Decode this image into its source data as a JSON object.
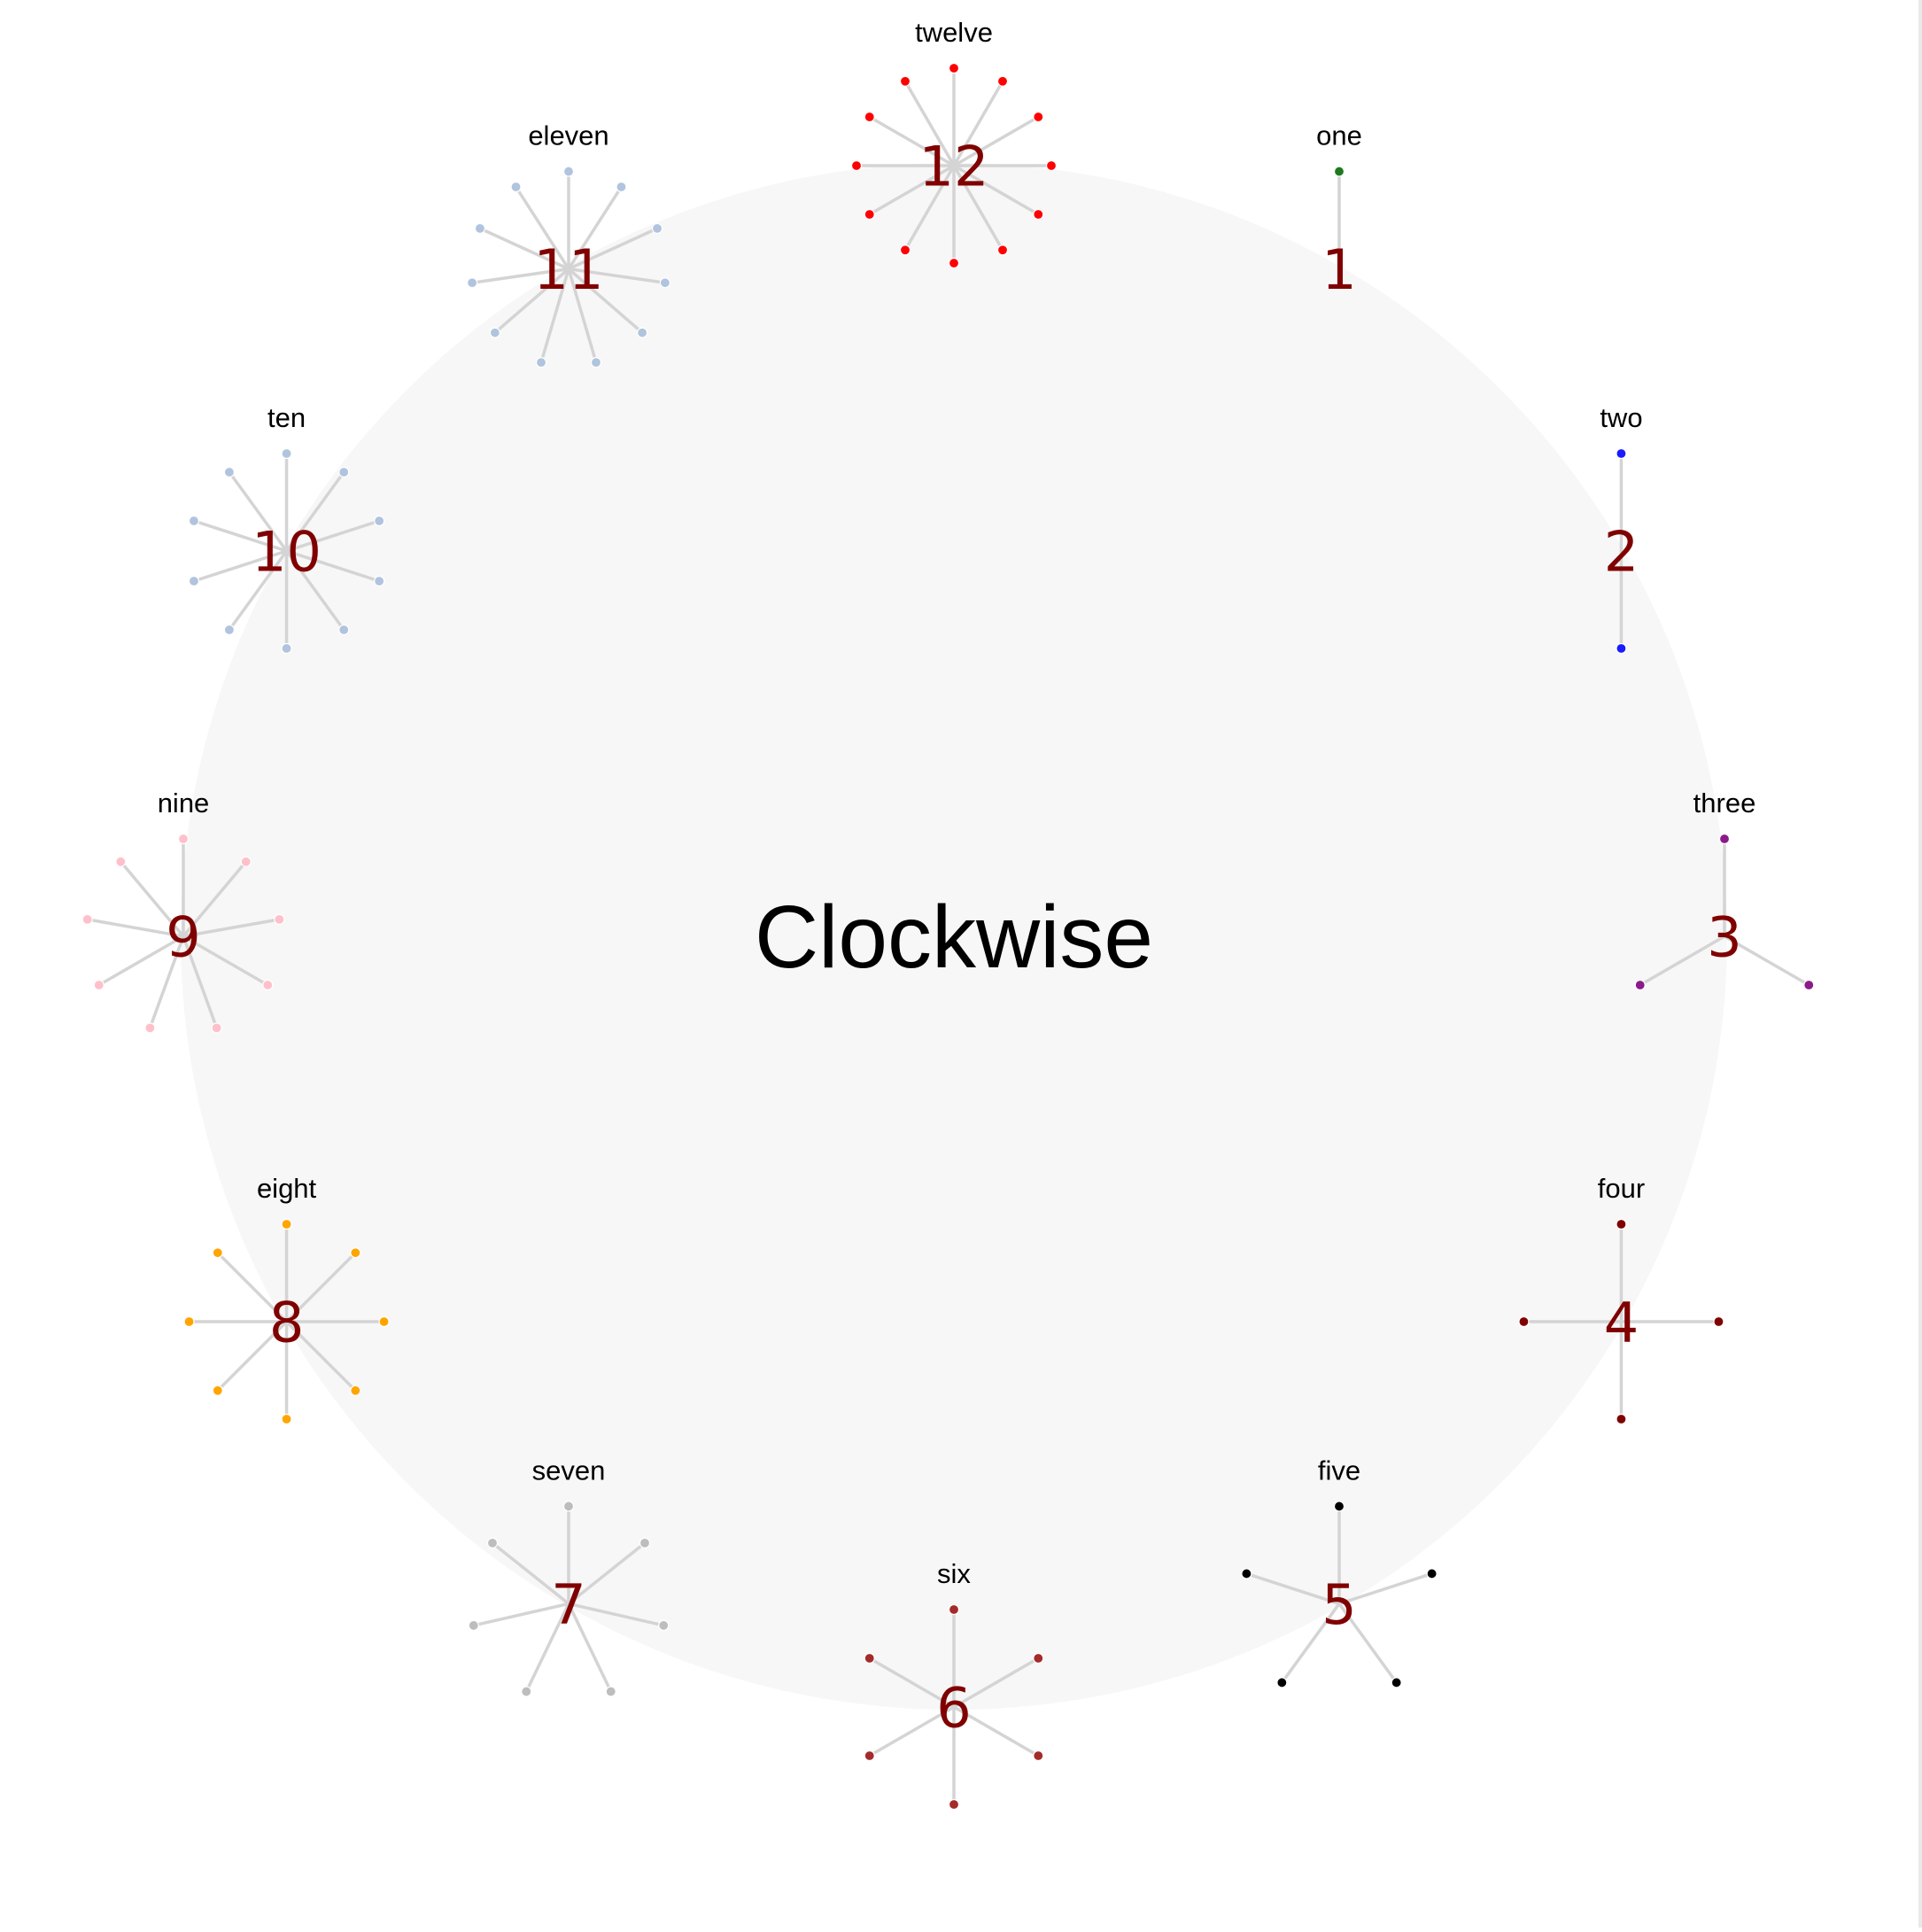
{
  "title": "Clockwise",
  "colors": {
    "background_disc": "#f7f7f7",
    "spoke": "#d4d4d4",
    "numeral": "#800000",
    "label": "#000000",
    "title": "#000000"
  },
  "stars": [
    {
      "label": "one",
      "numeral": "1",
      "spokes": 1,
      "color": "#1f7a1f"
    },
    {
      "label": "two",
      "numeral": "2",
      "spokes": 2,
      "color": "#1a1aff"
    },
    {
      "label": "three",
      "numeral": "3",
      "spokes": 3,
      "color": "#8b1a8b"
    },
    {
      "label": "four",
      "numeral": "4",
      "spokes": 4,
      "color": "#800000"
    },
    {
      "label": "five",
      "numeral": "5",
      "spokes": 5,
      "color": "#000000"
    },
    {
      "label": "six",
      "numeral": "6",
      "spokes": 6,
      "color": "#a52a2a"
    },
    {
      "label": "seven",
      "numeral": "7",
      "spokes": 7,
      "color": "#bdbdbd"
    },
    {
      "label": "eight",
      "numeral": "8",
      "spokes": 8,
      "color": "#ffa500"
    },
    {
      "label": "nine",
      "numeral": "9",
      "spokes": 9,
      "color": "#ffc0cb"
    },
    {
      "label": "ten",
      "numeral": "10",
      "spokes": 10,
      "color": "#b0c4de"
    },
    {
      "label": "eleven",
      "numeral": "11",
      "spokes": 11,
      "color": "#b0c4de"
    },
    {
      "label": "twelve",
      "numeral": "12",
      "spokes": 12,
      "color": "#ff0000"
    }
  ]
}
